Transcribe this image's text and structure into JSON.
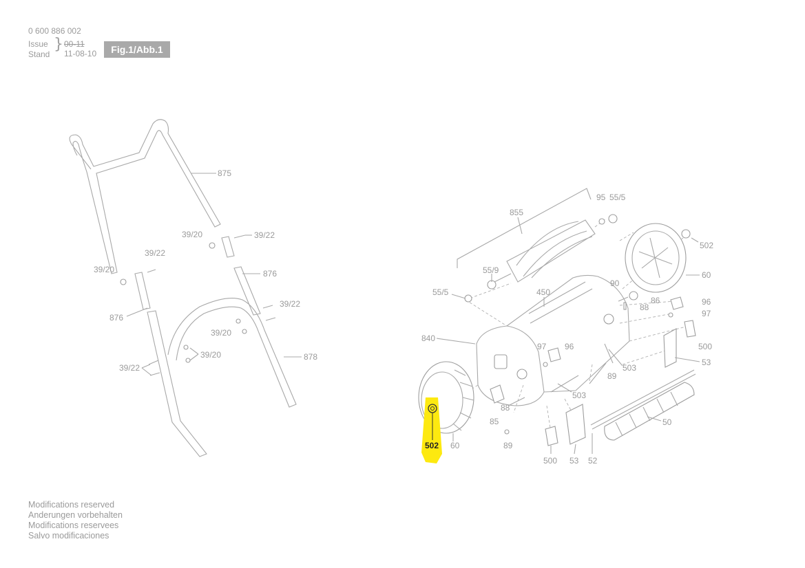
{
  "header": {
    "part_number": "0 600 886 002",
    "issue_label": "Issue",
    "stand_label": "Stand",
    "old_date": "00-11",
    "new_date": "11-08-10",
    "figure_label": "Fig.1/Abb.1"
  },
  "footer": {
    "lines": [
      "Modifications reserved",
      "Anderungen vorbehalten",
      "Modifications reservees",
      "Salvo modificaciones"
    ]
  },
  "callouts": {
    "c875": "875",
    "c876a": "876",
    "c876b": "876",
    "c878": "878",
    "c39_20a": "39/20",
    "c39_20b": "39/20",
    "c39_20c": "39/20",
    "c39_20d": "39/20",
    "c39_22a": "39/22",
    "c39_22b": "39/22",
    "c39_22c": "39/22",
    "c39_22d": "39/22",
    "c855": "855",
    "c95": "95",
    "c55_5a": "55/5",
    "c55_5b": "55/5",
    "c55_9": "55/9",
    "c450": "450",
    "c840": "840",
    "c502a": "502",
    "c502b": "502",
    "c60a": "60",
    "c60b": "60",
    "c90": "90",
    "c86": "86",
    "c88a": "88",
    "c88b": "88",
    "c96a": "96",
    "c96b": "96",
    "c97a": "97",
    "c97b": "97",
    "c500a": "500",
    "c500b": "500",
    "c53a": "53",
    "c53b": "53",
    "c503a": "503",
    "c503b": "503",
    "c89a": "89",
    "c89b": "89",
    "c85": "85",
    "c50": "50",
    "c52": "52"
  },
  "highlight": {
    "part": "502",
    "color": "#fde910"
  },
  "colors": {
    "line": "#a8a8a8",
    "text": "#9a9a9a",
    "badge": "#a9a9a9"
  }
}
